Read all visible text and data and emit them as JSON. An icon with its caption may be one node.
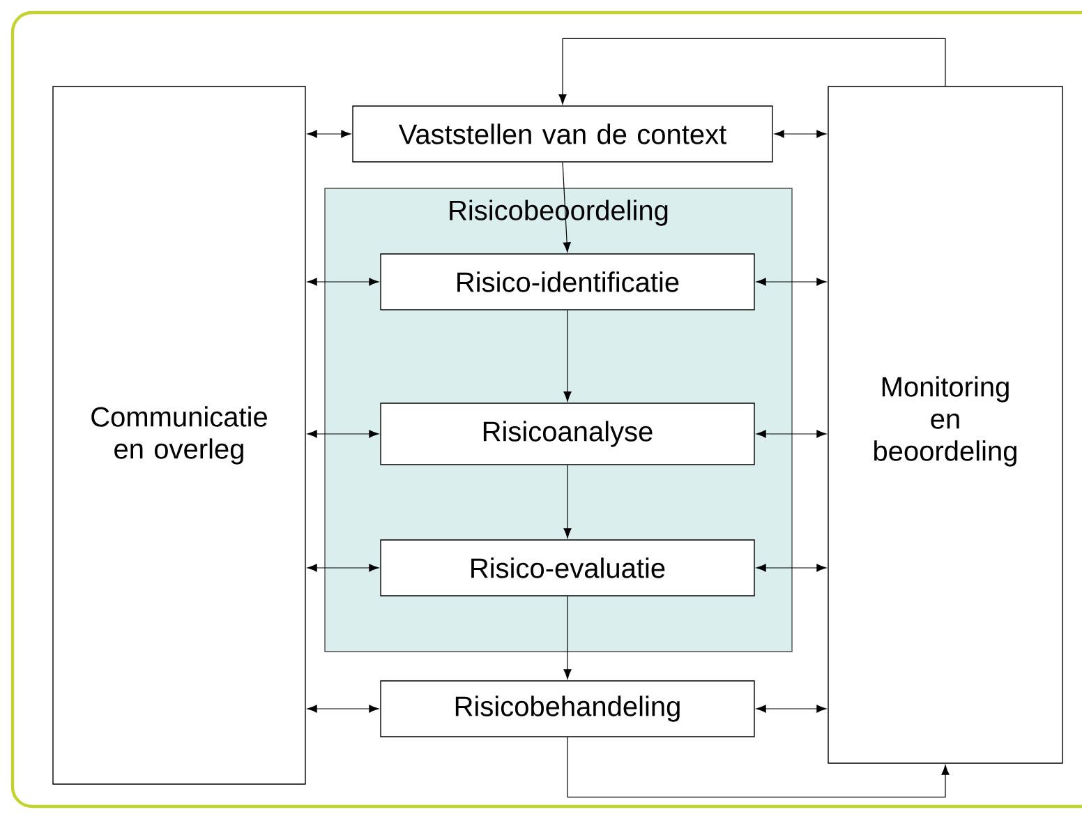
{
  "diagram": {
    "nodes": [
      {
        "text": [
          "Communicatie en overleg"
        ]
      },
      {
        "text": [
          "Vaststellen van de context"
        ]
      },
      {
        "text": [
          "Risicobeoordeling"
        ]
      },
      {
        "text": [
          "Risico-identificatie"
        ],
        "in": 2
      },
      {
        "text": [
          "Risicoanalyse"
        ],
        "in": 2
      },
      {
        "text": [
          "Risico-evaluatie"
        ],
        "in": 2
      },
      {
        "text": [
          "Risicobehandeling"
        ]
      },
      {
        "text": [
          "Monitoring en beoordeling"
        ]
      }
    ],
    "edges": [
      {
        "from": 0,
        "to": 1,
        "arrow": "both"
      },
      {
        "from": 1,
        "to": 7,
        "arrow": "both"
      },
      {
        "from": 0,
        "to": 3,
        "arrow": "both"
      },
      {
        "from": 3,
        "to": 7,
        "arrow": "both"
      },
      {
        "from": 0,
        "to": 4,
        "arrow": "both"
      },
      {
        "from": 4,
        "to": 7,
        "arrow": "both"
      },
      {
        "from": 0,
        "to": 5,
        "arrow": "both"
      },
      {
        "from": 5,
        "to": 7,
        "arrow": "both"
      },
      {
        "from": 0,
        "to": 6,
        "arrow": "both"
      },
      {
        "from": 6,
        "to": 7,
        "arrow": "both"
      },
      {
        "from": 1,
        "to": 3,
        "arrow": "to"
      },
      {
        "from": 3,
        "to": 4,
        "arrow": "to"
      },
      {
        "from": 4,
        "to": 5,
        "arrow": "to"
      },
      {
        "from": 5,
        "to": 6,
        "arrow": "to"
      },
      {
        "from": 7,
        "to": 1,
        "arrow": "to"
      },
      {
        "from": 6,
        "to": 7,
        "arrow": "to"
      }
    ]
  }
}
